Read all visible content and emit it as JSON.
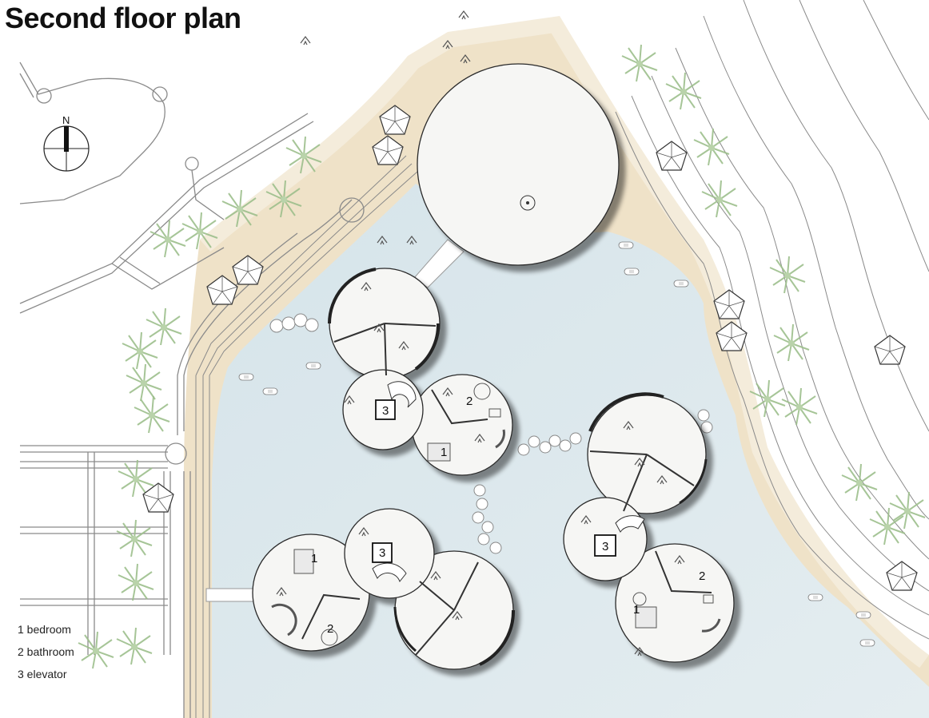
{
  "title": "Second floor plan",
  "compass": {
    "label": "N"
  },
  "legend": [
    {
      "number": "1",
      "label": "1 bedroom"
    },
    {
      "number": "2",
      "label": "2 bathroom"
    },
    {
      "number": "3",
      "label": "3 elevator"
    }
  ],
  "room_labels": {
    "elevator": "3",
    "bedroom": "1",
    "bathroom": "2"
  },
  "colors": {
    "water": "#dbe7ec",
    "sand": "#f0e4cc",
    "building_fill": "#f4f4f2",
    "wall": "#2a2a2a",
    "palm": "#a9c79a"
  }
}
